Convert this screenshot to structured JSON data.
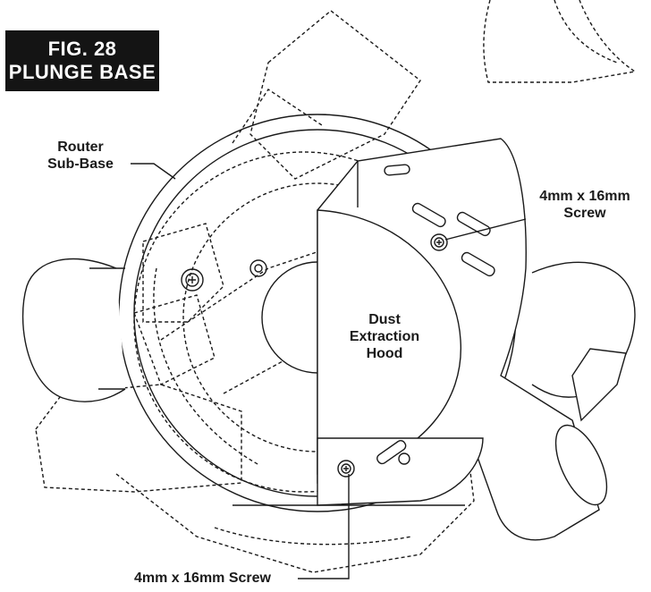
{
  "figure": {
    "number": "FIG. 28",
    "title": "PLUNGE BASE"
  },
  "labels": {
    "sub_base": [
      "Router",
      "Sub-Base"
    ],
    "screw_top": [
      "4mm x 16mm",
      "Screw"
    ],
    "hood": [
      "Dust",
      "Extraction",
      "Hood"
    ],
    "screw_bottom": "4mm x 16mm Screw"
  },
  "colors": {
    "line": "#1a1a1a",
    "hood_fill": "#ffffff",
    "badge_bg": "#141414",
    "badge_text": "#ffffff"
  }
}
